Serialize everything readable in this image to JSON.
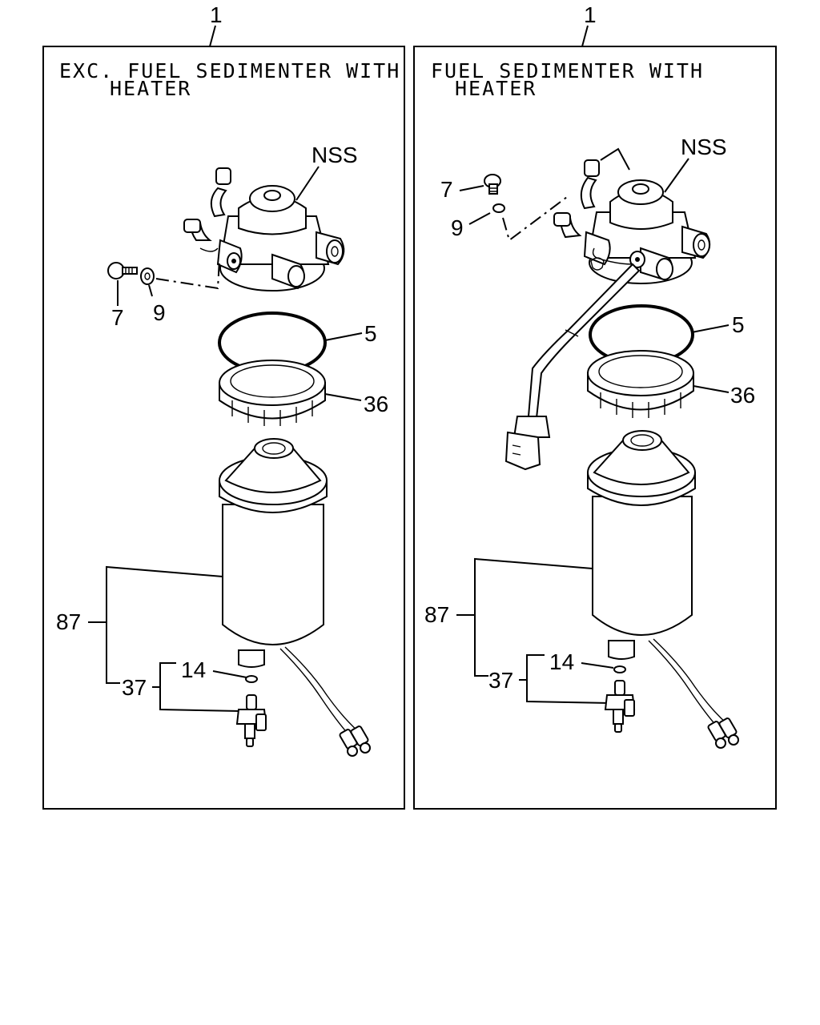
{
  "panels": [
    {
      "id": "left",
      "callout_top": "1",
      "caption_line1": "EXC. FUEL SEDIMENTER WITH",
      "caption_line2": "HEATER",
      "labels": {
        "nss": "NSS",
        "p7": "7",
        "p9": "9",
        "p5": "5",
        "p36": "36",
        "p87": "87",
        "p37": "37",
        "p14": "14"
      }
    },
    {
      "id": "right",
      "callout_top": "1",
      "caption_line1": "FUEL SEDIMENTER WITH",
      "caption_line2": "HEATER",
      "labels": {
        "nss": "NSS",
        "p7": "7",
        "p9": "9",
        "p5": "5",
        "p36": "36",
        "p87": "87",
        "p37": "37",
        "p14": "14"
      }
    }
  ]
}
